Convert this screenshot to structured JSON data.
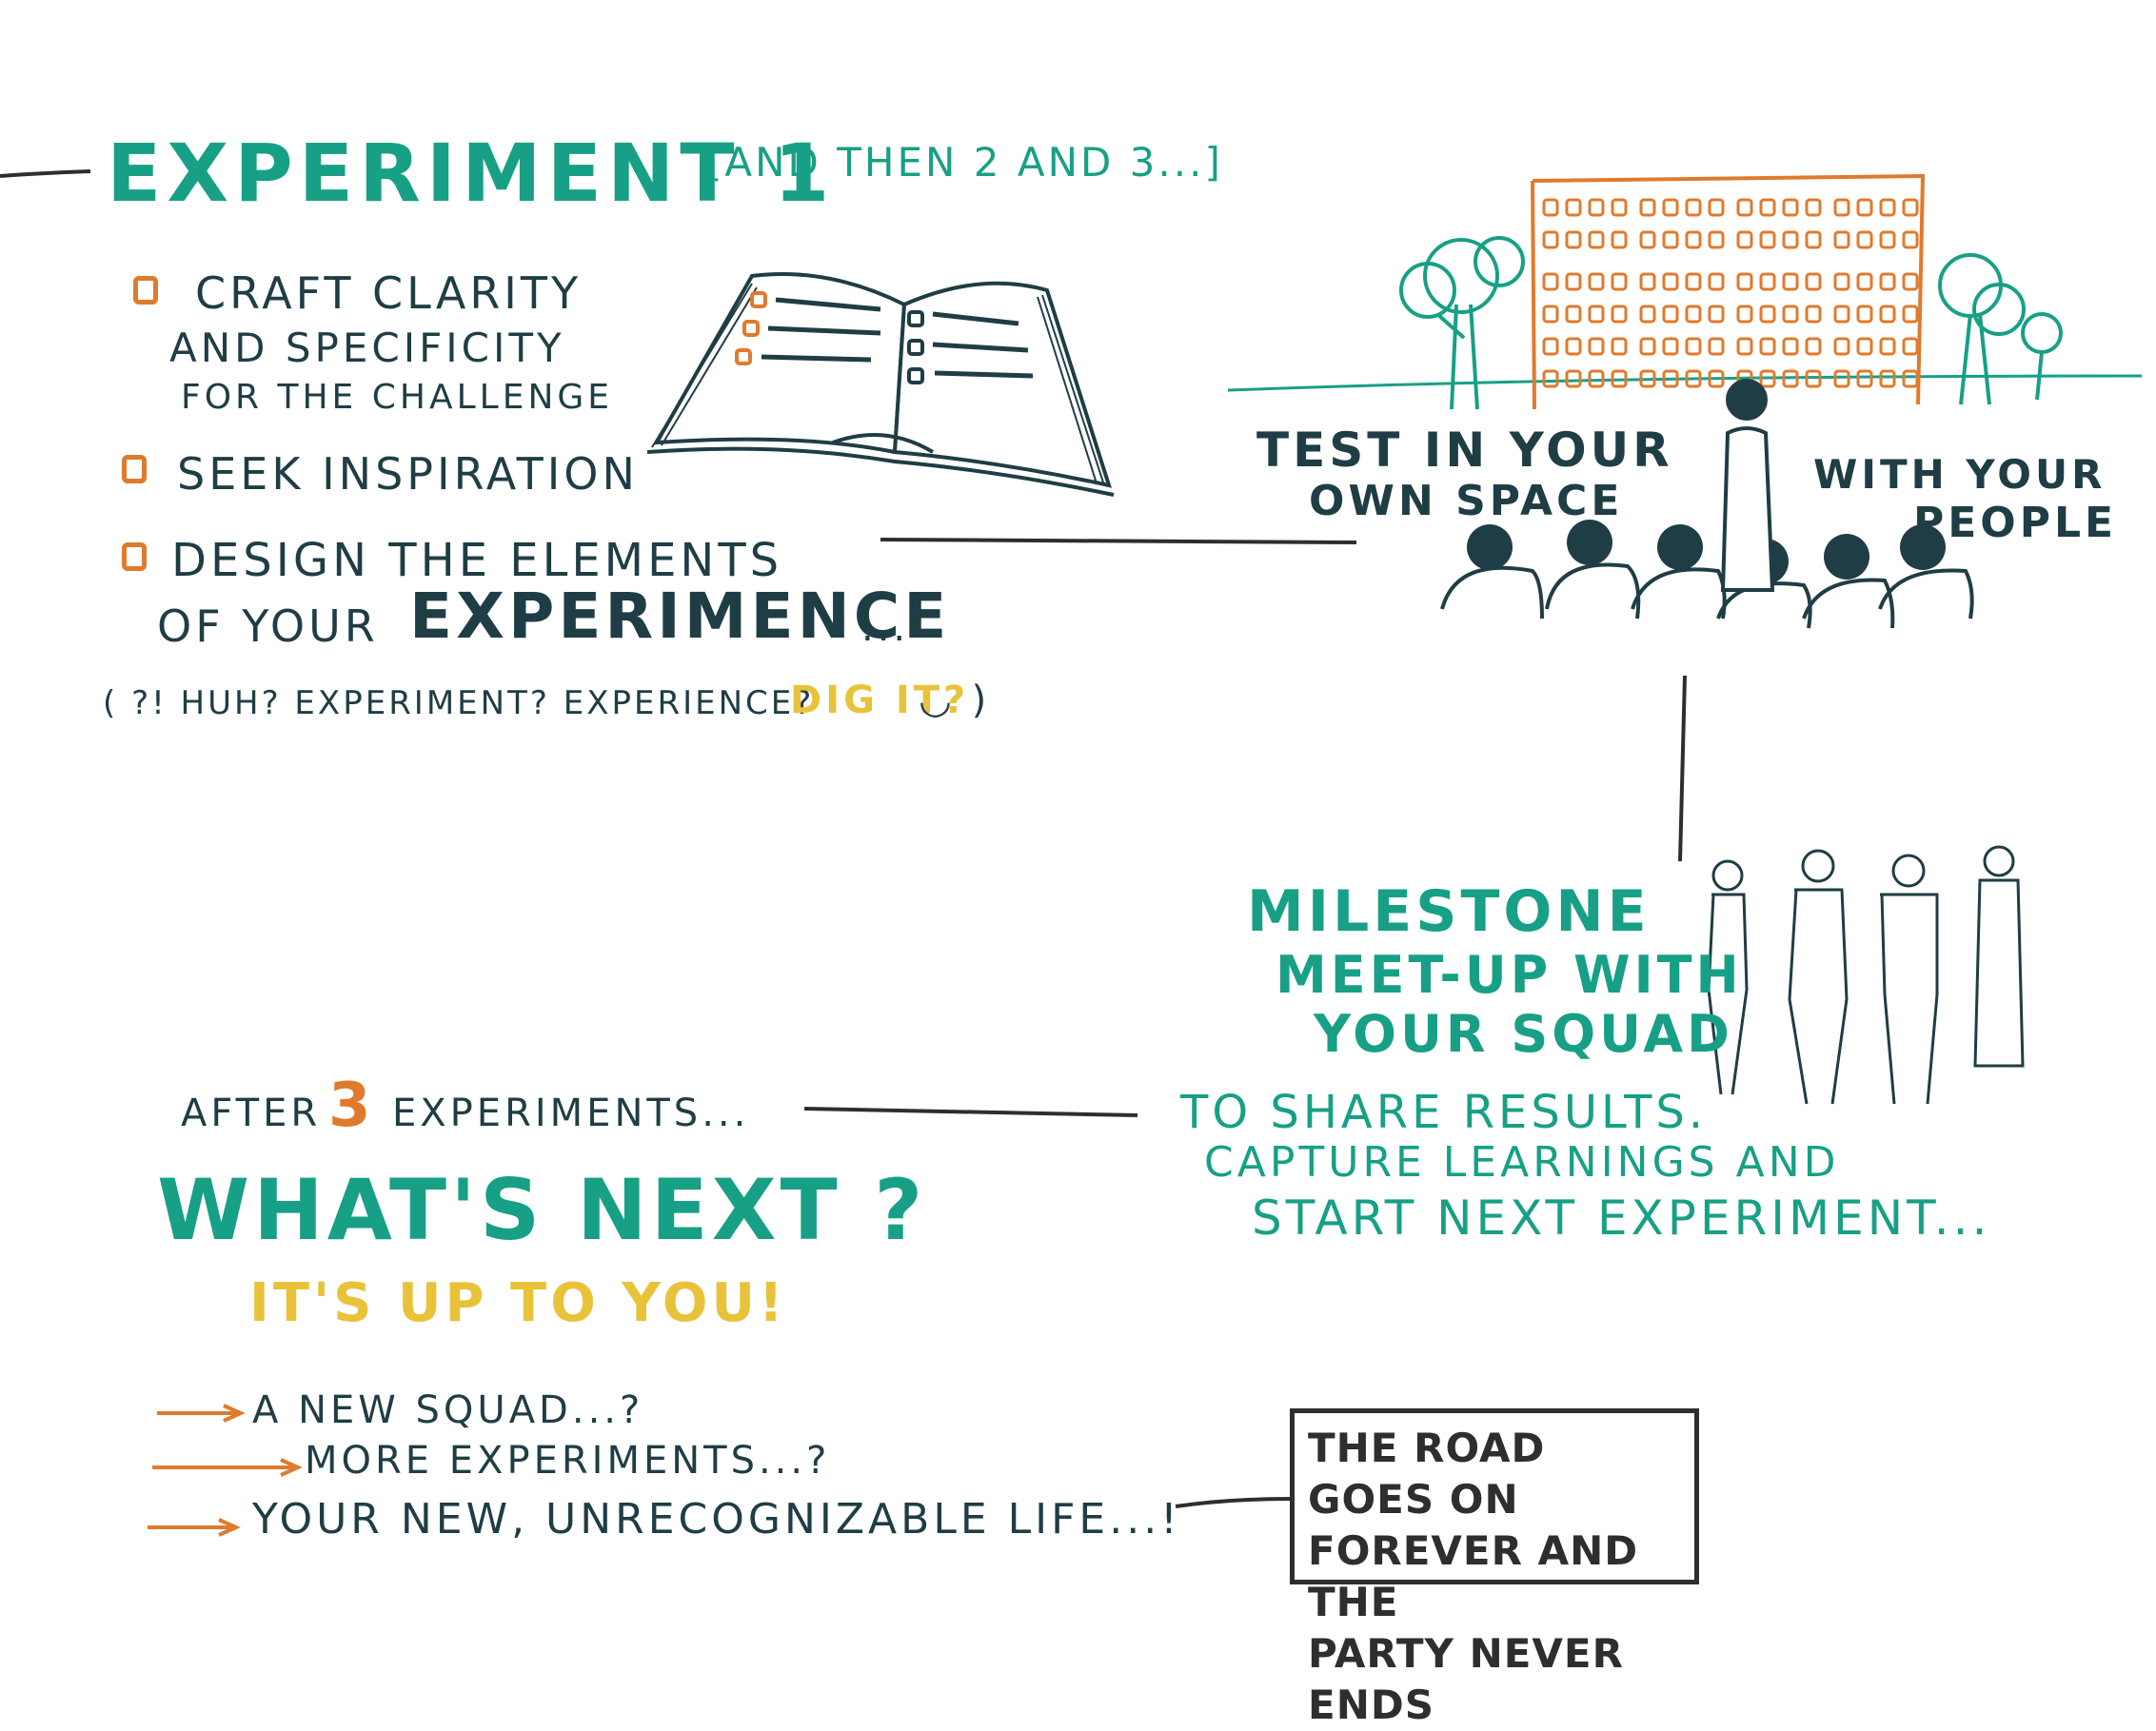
{
  "heading": {
    "title": "EXPERIMENT 1",
    "subtitle": "[AND THEN 2 AND 3...]"
  },
  "checklist": {
    "items": [
      {
        "lines": [
          "CRAFT CLARITY",
          "AND SPECIFICITY",
          "FOR THE CHALLENGE"
        ]
      },
      {
        "lines": [
          "SEEK INSPIRATION"
        ]
      },
      {
        "lines": [
          "DESIGN THE ELEMENTS",
          "OF YOUR",
          "EXPERIMENCE",
          "..."
        ]
      }
    ],
    "aside_prefix": "( ?! HUH? EXPERIMENT? EXPERIENCE?",
    "aside_highlight": "DIG IT?",
    "aside_suffix": "◡ )"
  },
  "test": {
    "left_line1": "TEST IN YOUR",
    "left_line2": "OWN SPACE",
    "right_line1": "WITH YOUR",
    "right_line2": "PEOPLE"
  },
  "milestone": {
    "line1": "MILESTONE",
    "line2": "MEET-UP WITH",
    "line3": "YOUR SQUAD",
    "detail1": "TO SHARE RESULTS.",
    "detail2": "CAPTURE LEARNINGS AND",
    "detail3": "START NEXT EXPERIMENT..."
  },
  "after": {
    "prefix": "AFTER",
    "number": "3",
    "suffix": "EXPERIMENTS...",
    "question": "WHAT'S NEXT ?",
    "answer": "IT'S UP TO YOU!",
    "options": [
      "A NEW SQUAD...?",
      "MORE EXPERIMENTS...?",
      "YOUR NEW, UNRECOGNIZABLE LIFE...!"
    ]
  },
  "road": {
    "line1": "THE ROAD GOES ON",
    "line2": "FOREVER AND THE",
    "line3": "PARTY NEVER ENDS"
  },
  "colors": {
    "teal": "#17a085",
    "navy": "#1f3d44",
    "orange": "#e07a2c",
    "yellow": "#e8c33a"
  }
}
